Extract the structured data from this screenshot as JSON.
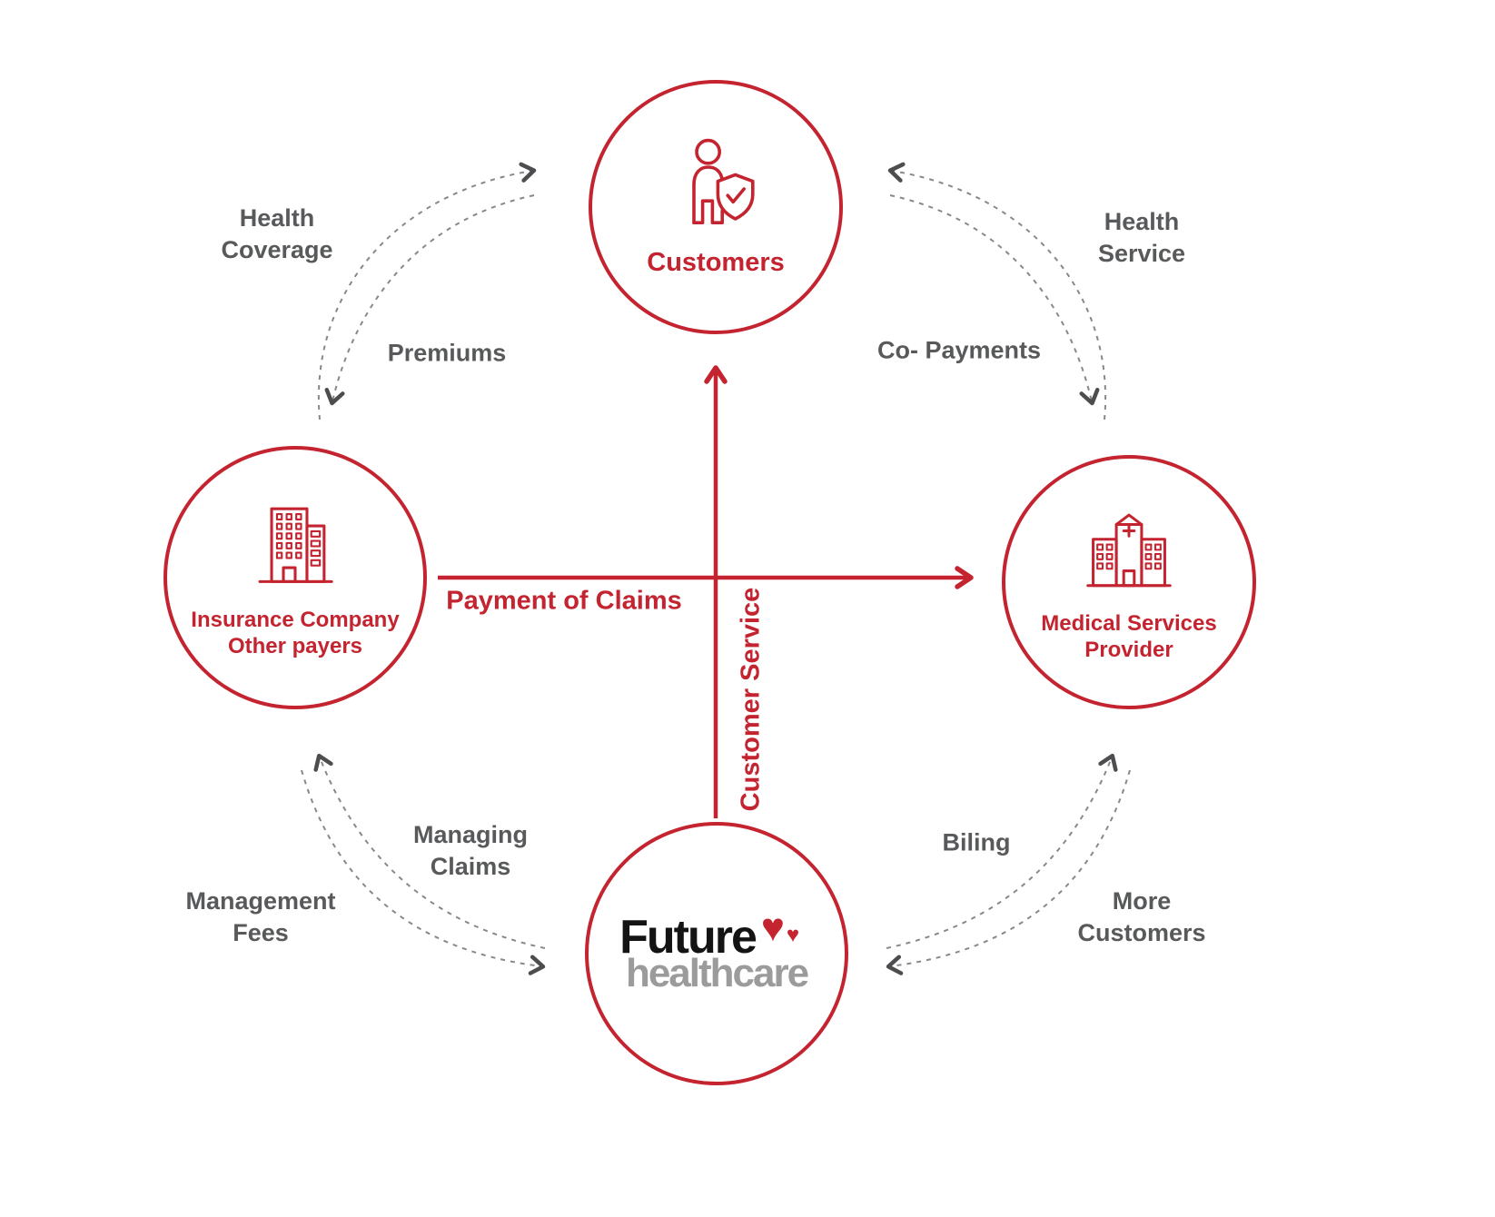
{
  "title": "Future Healthcare flow diagram",
  "colors": {
    "red": "#c42430",
    "label_gray": "#58595b",
    "dash_gray": "#86888b",
    "logo_black": "#141414",
    "logo_gray": "#9b9b9b"
  },
  "nodes": {
    "customers": {
      "label": "Customers",
      "icon": "person-with-shield-icon"
    },
    "insurance": {
      "line1": "Insurance Company",
      "line2": "Other payers",
      "icon": "building-icon"
    },
    "medical": {
      "line1": "Medical Services",
      "line2": "Provider",
      "icon": "hospital-icon"
    },
    "future": {
      "logo_top": "Future",
      "logo_bottom": "healthcare",
      "icon": "heart-icon"
    }
  },
  "flows": {
    "health_coverage": {
      "line1": "Health",
      "line2": "Coverage"
    },
    "premiums": {
      "label": "Premiums"
    },
    "health_service": {
      "line1": "Health",
      "line2": "Service"
    },
    "co_payments": {
      "label": "Co- Payments"
    },
    "payment_of_claims": {
      "label": "Payment of Claims"
    },
    "customer_service": {
      "label": "Customer Service"
    },
    "managing_claims": {
      "line1": "Managing",
      "line2": "Claims"
    },
    "management_fees": {
      "line1": "Management",
      "line2": "Fees"
    },
    "biling": {
      "label": "Biling"
    },
    "more_customers": {
      "line1": "More",
      "line2": "Customers"
    }
  }
}
